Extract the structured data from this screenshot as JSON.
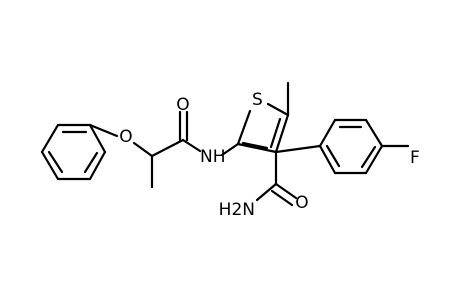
{
  "structure": {
    "atoms": {
      "s1": "S",
      "o_phenoxy": "O",
      "o_amide": "O",
      "o_carboxamide": "O",
      "nh": "NH",
      "nh2": "H2N",
      "f": "F"
    }
  },
  "colors": {
    "bond": "#000000",
    "label": "#000000",
    "background": "#ffffff"
  }
}
